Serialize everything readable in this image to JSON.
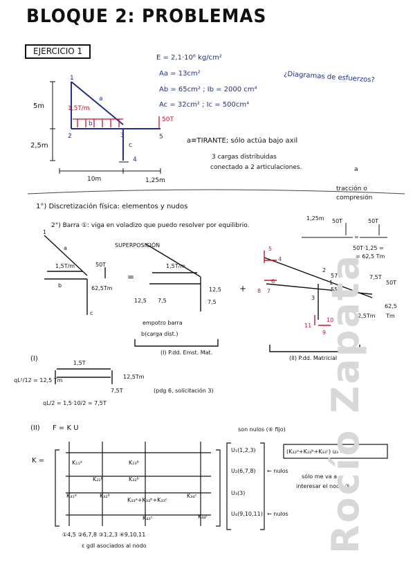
{
  "title": "BLOQUE 2: PROBLEMAS",
  "exercise_label": "EJERCICIO 1",
  "properties": {
    "E": "E = 2,1·10⁶ kg/cm²",
    "Aa": "Aa = 13cm²",
    "Ab": "Ab = 65cm² ; Ib = 2000 cm⁴",
    "Ac": "Ac = 32cm² ; Ic = 500cm⁴"
  },
  "question": "¿Diagramas de esfuerzos?",
  "fig1": {
    "n1": "1",
    "n2": "2",
    "n3": "3",
    "n4": "4",
    "n5": "5",
    "bar_a": "a",
    "bar_b": "b",
    "bar_c": "c",
    "load": "1,5T/m",
    "force": "50T",
    "h1": "5m",
    "h2": "2,5m",
    "w1": "10m",
    "w2": "1,25m"
  },
  "notes": {
    "tirante": "a≡TIRANTE; sólo actúa bajo axil",
    "cargas1": "3 cargas distribuidas",
    "cargas2": "conectado a 2 articulaciones.",
    "traccion1": "tracción o",
    "traccion2": "compresión",
    "mini_a": "a"
  },
  "step1": "1°) Discretización física: elementos y nudos",
  "step2": "2°) Barra ①: viga en voladizo que puedo resolver por equilibrio.",
  "aside": {
    "d": "1,25m",
    "f1": "50T",
    "f2": "50T",
    "eq": "=",
    "m1": "50T·1,25 =",
    "m2": "= 62,5 Tm"
  },
  "superposicion": "SUPERPOSICIÓN",
  "fig2": {
    "n1": "1",
    "a": "a",
    "b": "b",
    "c": "c",
    "load": "1,5T/m",
    "force": "50T",
    "moment": "62,5Tm",
    "eq": "="
  },
  "fig3": {
    "load": "1,5T/m",
    "r1": "12,5",
    "r2": "7,5",
    "r3": "7,5",
    "r4": "12,5",
    "e1": "empotro barra",
    "e2": "b(carga dist.)",
    "caption": "(I) P.dd. Emst. Mat."
  },
  "plus": "+",
  "fig4": {
    "l5": "5",
    "l4": "4",
    "l6": "6",
    "l8": "8",
    "l7": "7",
    "l9": "9",
    "l2": "2",
    "l3": "3",
    "l1": "1",
    "l10": "10",
    "l11": "11",
    "f1": "57T",
    "f2": "55T",
    "f3": "7,5T",
    "f4": "50T",
    "m": "62,5",
    "m2": "Tm",
    "m3": "12,5Tm",
    "caption": "(II) P.dd. Matricial"
  },
  "partI": {
    "label": "(I)",
    "load": "1,5T",
    "m1": "qL²/12 = 12,5 Tm",
    "m2": "12,5Tm",
    "r": "7,5T",
    "r2": "qL/2 = 1,5·10/2 = 7,5T",
    "note": "(pdg 6, solicitación 3)"
  },
  "partII": {
    "label": "(II)",
    "eq": "F = K U",
    "kvec": "K =",
    "cells": {
      "k11": "K₁₁ᵃ",
      "k13b": "K₁₃ᵇ",
      "k22": "K₂₂ᵇ",
      "k31": "K₃₁ᵃ",
      "k32": "K₃₂ᵇ",
      "k33": "K₃₃ᵃ+K₃₃ᵇ+K₃₃ᶜ",
      "k34": "K₃₄ᶜ",
      "k43": "K₄₃ᶜ",
      "k44": "K₄₄ᶜ"
    },
    "nulos_hdr": "son nulos (⑥ fijo)",
    "u1": "U₁(1,2,3)",
    "u2": "U₂(6,7,8)",
    "u3": "U₃(3)",
    "u4": "U₄(9,10,11)",
    "nulos": "← nulos",
    "result": "(K₃₃ᵃ+K₃₃ᵇ+K₃₃ᶜ) u₃ = F",
    "sub1": "sólo me va a",
    "sub2": "interesar el nodo ③",
    "legend": "①4,5   ②6,7,8   ③1,2,3   ④9,10,11",
    "legend2": "ε gdl asociados al nodo"
  },
  "watermark": "Rocío Zapata"
}
